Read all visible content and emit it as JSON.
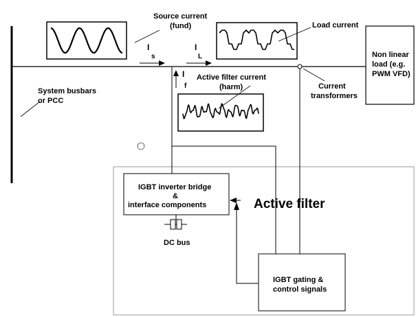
{
  "labels": {
    "source_current_1": "Source current",
    "source_current_2": "(fund)",
    "load_current": "Load current",
    "nonlinear_1": "Non linear",
    "nonlinear_2": "load (e.g.",
    "nonlinear_3": "PWM VFD)",
    "busbar_1": "System busbars",
    "busbar_2": "or PCC",
    "active_filter_current_1": "Active filter current",
    "active_filter_current_2": "(harm)",
    "ct_1": "Current",
    "ct_2": "transformers",
    "igbt_bridge_1": "IGBT inverter bridge",
    "igbt_bridge_2": "&",
    "igbt_bridge_3": "interface components",
    "dc_bus": "DC bus",
    "active_filter": "Active filter",
    "gating_1": "IGBT gating &",
    "gating_2": "control signals"
  },
  "symbols": {
    "is_main": "I",
    "is_sub": "s",
    "il_main": "I",
    "il_sub": "L",
    "if_main": "I",
    "if_sub": "f"
  },
  "colors": {
    "line": "#000000",
    "boundary": "#999999",
    "background": "#ffffff"
  }
}
